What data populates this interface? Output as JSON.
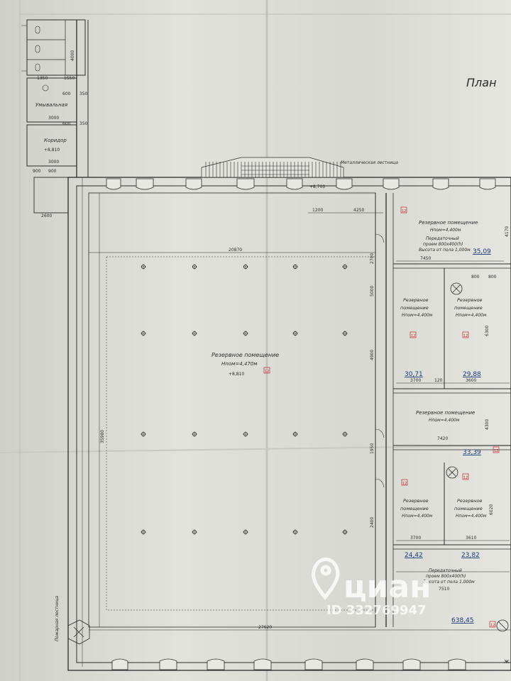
{
  "title_partial": "План",
  "labels": {
    "restroom": "Умывальная",
    "corridor": "Коридор",
    "elev_corridor": "+8,810",
    "metal_stairs": "Металлическая лестница",
    "elev_stairs": "+8,700",
    "main_room_name": "Резервное помещение",
    "main_room_height": "Нпом=4,470м",
    "main_room_elev": "+8,810",
    "room_name": "Резервное помещение",
    "room_name_line1": "Резервное",
    "room_name_line2": "помещение",
    "room_height": "Нпом=4,400м",
    "opening_line1": "Передаточный",
    "opening_line2": "проем 800х400(h)",
    "opening_line3": "Высота от пола 1,000м",
    "opening2_line2": "проем 800х400(h)",
    "opening2_line3": "Высота от пола 1,000м",
    "fire_stair": "Пожарная лестница",
    "edge_right": "Ж"
  },
  "areas": {
    "a1": "35,09",
    "a2": "30,71",
    "a3": "29,88",
    "a4": "33,39",
    "a5": "24,42",
    "a6": "23,82",
    "a7": "638,45"
  },
  "tags": {
    "t1": "12",
    "t2": "12",
    "t3": "12",
    "t4": "12",
    "t5": "12",
    "t6": "12",
    "t7": "12",
    "t8": "12"
  },
  "dimensions": {
    "d_20870": "20870",
    "d_27620": "27620",
    "d_35980": "35980",
    "d_1200": "1200",
    "d_4250": "4250",
    "d_7450": "7450",
    "d_800a": "800",
    "d_800b": "800",
    "d_3700a": "3700",
    "d_120a": "120",
    "d_3600": "3600",
    "d_7420": "7420",
    "d_3700b": "3700",
    "d_3610": "3610",
    "d_7510": "7510",
    "d_4170": "4170",
    "d_6300": "6300",
    "d_4300": "4300",
    "d_6020": "6020",
    "d_5000": "5000",
    "d_4900": "4900",
    "d_1950": "1950",
    "d_2700": "2700",
    "d_2400": "2400",
    "d_3000a": "3000",
    "d_3000b": "3000",
    "d_900a": "900",
    "d_900b": "900",
    "d_2600": "2600",
    "d_1550": "1550",
    "d_1350": "1350",
    "d_600a": "600",
    "d_350a": "350",
    "d_350b": "350",
    "d_600b": "600",
    "d_4000": "4000"
  },
  "watermark": {
    "brand": "циан",
    "id": "ID 332769947"
  },
  "colors": {
    "paper": "#dcdcd6",
    "ink": "#2c2c2c",
    "area_blue": "#1a3a7a",
    "tag_red": "#c0282d"
  }
}
